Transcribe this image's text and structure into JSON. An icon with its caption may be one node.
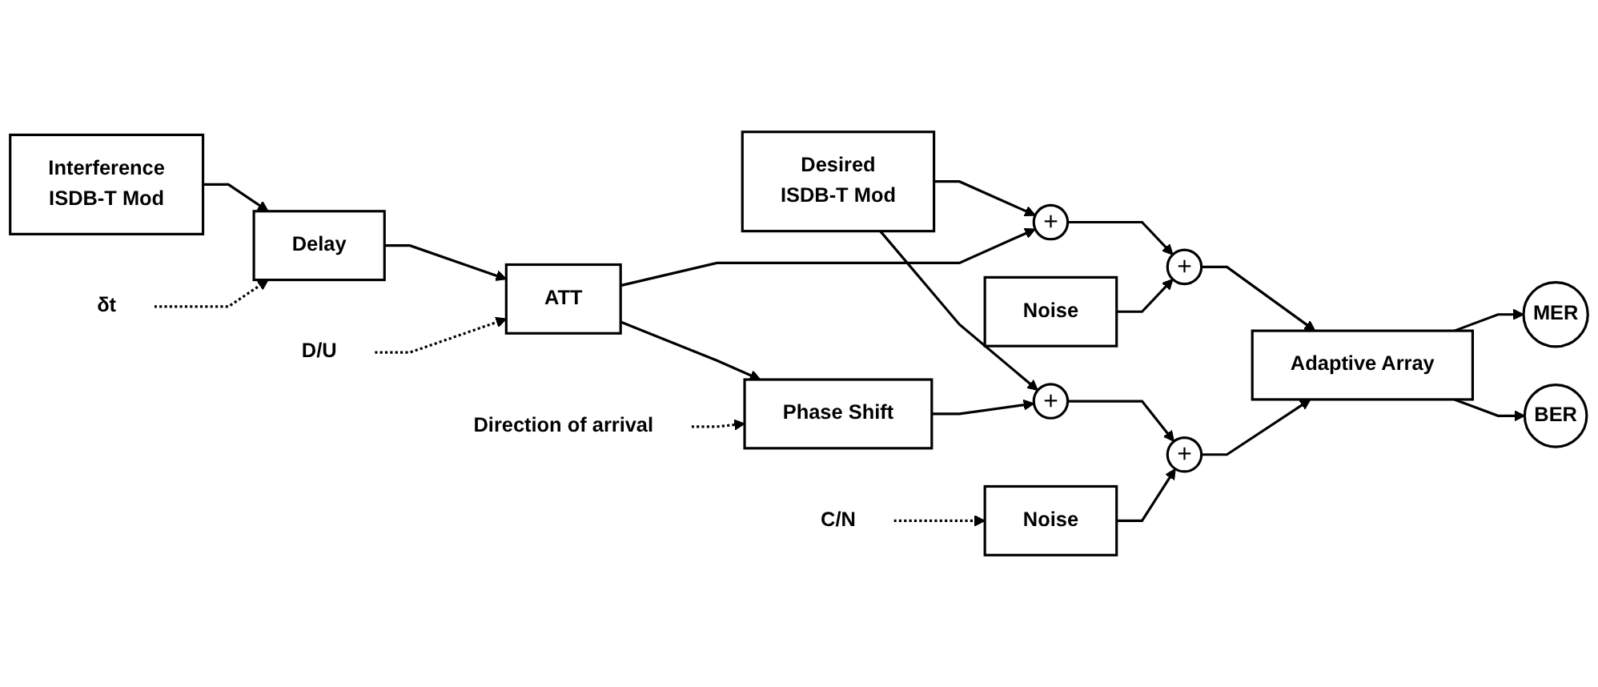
{
  "diagram": {
    "nodes": [
      {
        "text": [
          "Desired",
          "ISDB-T Mod"
        ]
      },
      {
        "text": [
          "Interference",
          "ISDB-T Mod"
        ]
      },
      {
        "text": [
          "Delay"
        ]
      },
      {
        "text": [
          "ATT"
        ]
      },
      {
        "text": [
          "+"
        ]
      },
      {
        "text": [
          "+"
        ]
      },
      {
        "text": [
          "Noise"
        ]
      },
      {
        "text": [
          "Adaptive Array"
        ]
      },
      {
        "text": [
          "MER"
        ]
      },
      {
        "text": [
          "BER"
        ]
      },
      {
        "text": [
          "+"
        ]
      },
      {
        "text": [
          "+"
        ]
      },
      {
        "text": [
          "Phase Shift"
        ]
      },
      {
        "text": [
          "Noise"
        ]
      },
      {
        "text": [
          "δt"
        ]
      },
      {
        "text": [
          "D/U"
        ]
      },
      {
        "text": [
          "Direction of arrival"
        ]
      },
      {
        "text": [
          "C/N"
        ]
      }
    ],
    "edges": [
      {
        "from": 1,
        "to": 2,
        "arrow": "to"
      },
      {
        "from": 2,
        "to": 3,
        "arrow": "to"
      },
      {
        "from": 0,
        "to": 4,
        "arrow": "to"
      },
      {
        "from": 0,
        "to": 10,
        "arrow": "to"
      },
      {
        "from": 3,
        "to": 4,
        "arrow": "to"
      },
      {
        "from": 3,
        "to": 12,
        "arrow": "to"
      },
      {
        "from": 4,
        "to": 5,
        "arrow": "to"
      },
      {
        "from": 6,
        "to": 5,
        "arrow": "to"
      },
      {
        "from": 5,
        "to": 7,
        "arrow": "to"
      },
      {
        "from": 12,
        "to": 10,
        "arrow": "to"
      },
      {
        "from": 10,
        "to": 11,
        "arrow": "to"
      },
      {
        "from": 13,
        "to": 11,
        "arrow": "to"
      },
      {
        "from": 11,
        "to": 7,
        "arrow": "to"
      },
      {
        "from": 7,
        "to": 8,
        "arrow": "to"
      },
      {
        "from": 7,
        "to": 9,
        "arrow": "to"
      },
      {
        "from": 14,
        "to": 2,
        "arrow": "to",
        "style": "dashed"
      },
      {
        "from": 15,
        "to": 3,
        "arrow": "to",
        "style": "dashed"
      },
      {
        "from": 16,
        "to": 12,
        "arrow": "to",
        "style": "dashed"
      },
      {
        "from": 17,
        "to": 13,
        "arrow": "to",
        "style": "dashed"
      }
    ]
  }
}
